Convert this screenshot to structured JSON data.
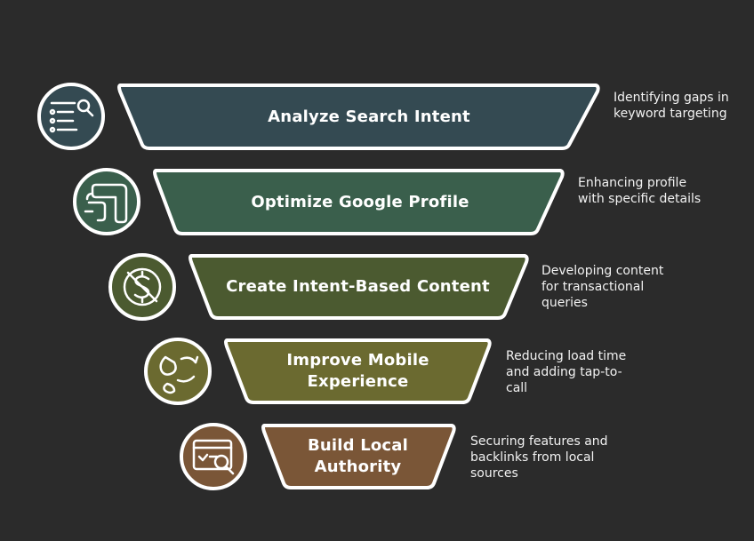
{
  "colors": {
    "background": "#2b2b2b",
    "stroke": "#ffffff",
    "step1": "#344a52",
    "step2": "#3a5f4c",
    "step3": "#4b5a30",
    "step4": "#6b6a30",
    "step5": "#7a5637"
  },
  "steps": [
    {
      "icon": "search-list-icon",
      "label_lines": [
        "Analyze Search Intent"
      ],
      "description_lines": [
        "Identifying gaps in",
        "keyword targeting"
      ]
    },
    {
      "icon": "google-maps-icon",
      "label_lines": [
        "Optimize Google Profile"
      ],
      "description_lines": [
        "Enhancing profile",
        "with specific details"
      ]
    },
    {
      "icon": "dollar-off-icon",
      "label_lines": [
        "Create Intent-Based Content"
      ],
      "description_lines": [
        "Developing content",
        "for transactional",
        "queries"
      ]
    },
    {
      "icon": "mobile-refresh-icon",
      "label_lines": [
        "Improve Mobile",
        "Experience"
      ],
      "description_lines": [
        "Reducing load time",
        "and adding tap-to-",
        "call"
      ]
    },
    {
      "icon": "browser-search-icon",
      "label_lines": [
        "Build Local",
        "Authority"
      ],
      "description_lines": [
        "Securing features and",
        "backlinks from local",
        "sources"
      ]
    }
  ]
}
